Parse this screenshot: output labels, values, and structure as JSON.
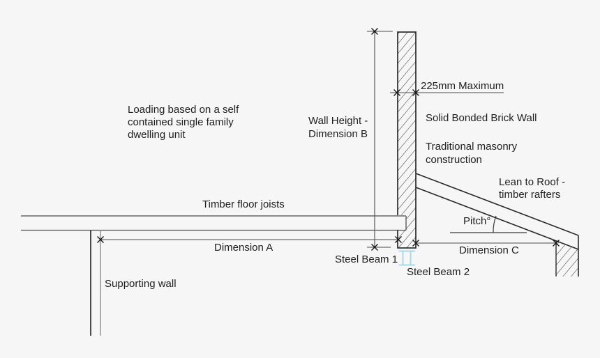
{
  "colors": {
    "background": "#f6f6f6",
    "linework": "#2b2b2b",
    "dimension_lines": "#4a4a4a",
    "steel_beam": "#9fd8e7"
  },
  "labels": {
    "loading_note": "Loading based on a self\ncontained single family\ndwelling unit",
    "wall_height": "Wall Height -\nDimension B",
    "max_wall_thickness": "225mm Maximum",
    "brick_wall": "Solid Bonded Brick Wall",
    "masonry_note": "Traditional masonry\nconstruction",
    "lean_to_roof": "Lean to Roof -\ntimber rafters",
    "timber_floor_joists": "Timber floor joists",
    "pitch": "Pitch°",
    "dimension_a": "Dimension A",
    "dimension_c": "Dimension C",
    "steel_beam_1": "Steel Beam 1",
    "steel_beam_2": "Steel Beam 2",
    "supporting_wall": "Supporting wall"
  }
}
